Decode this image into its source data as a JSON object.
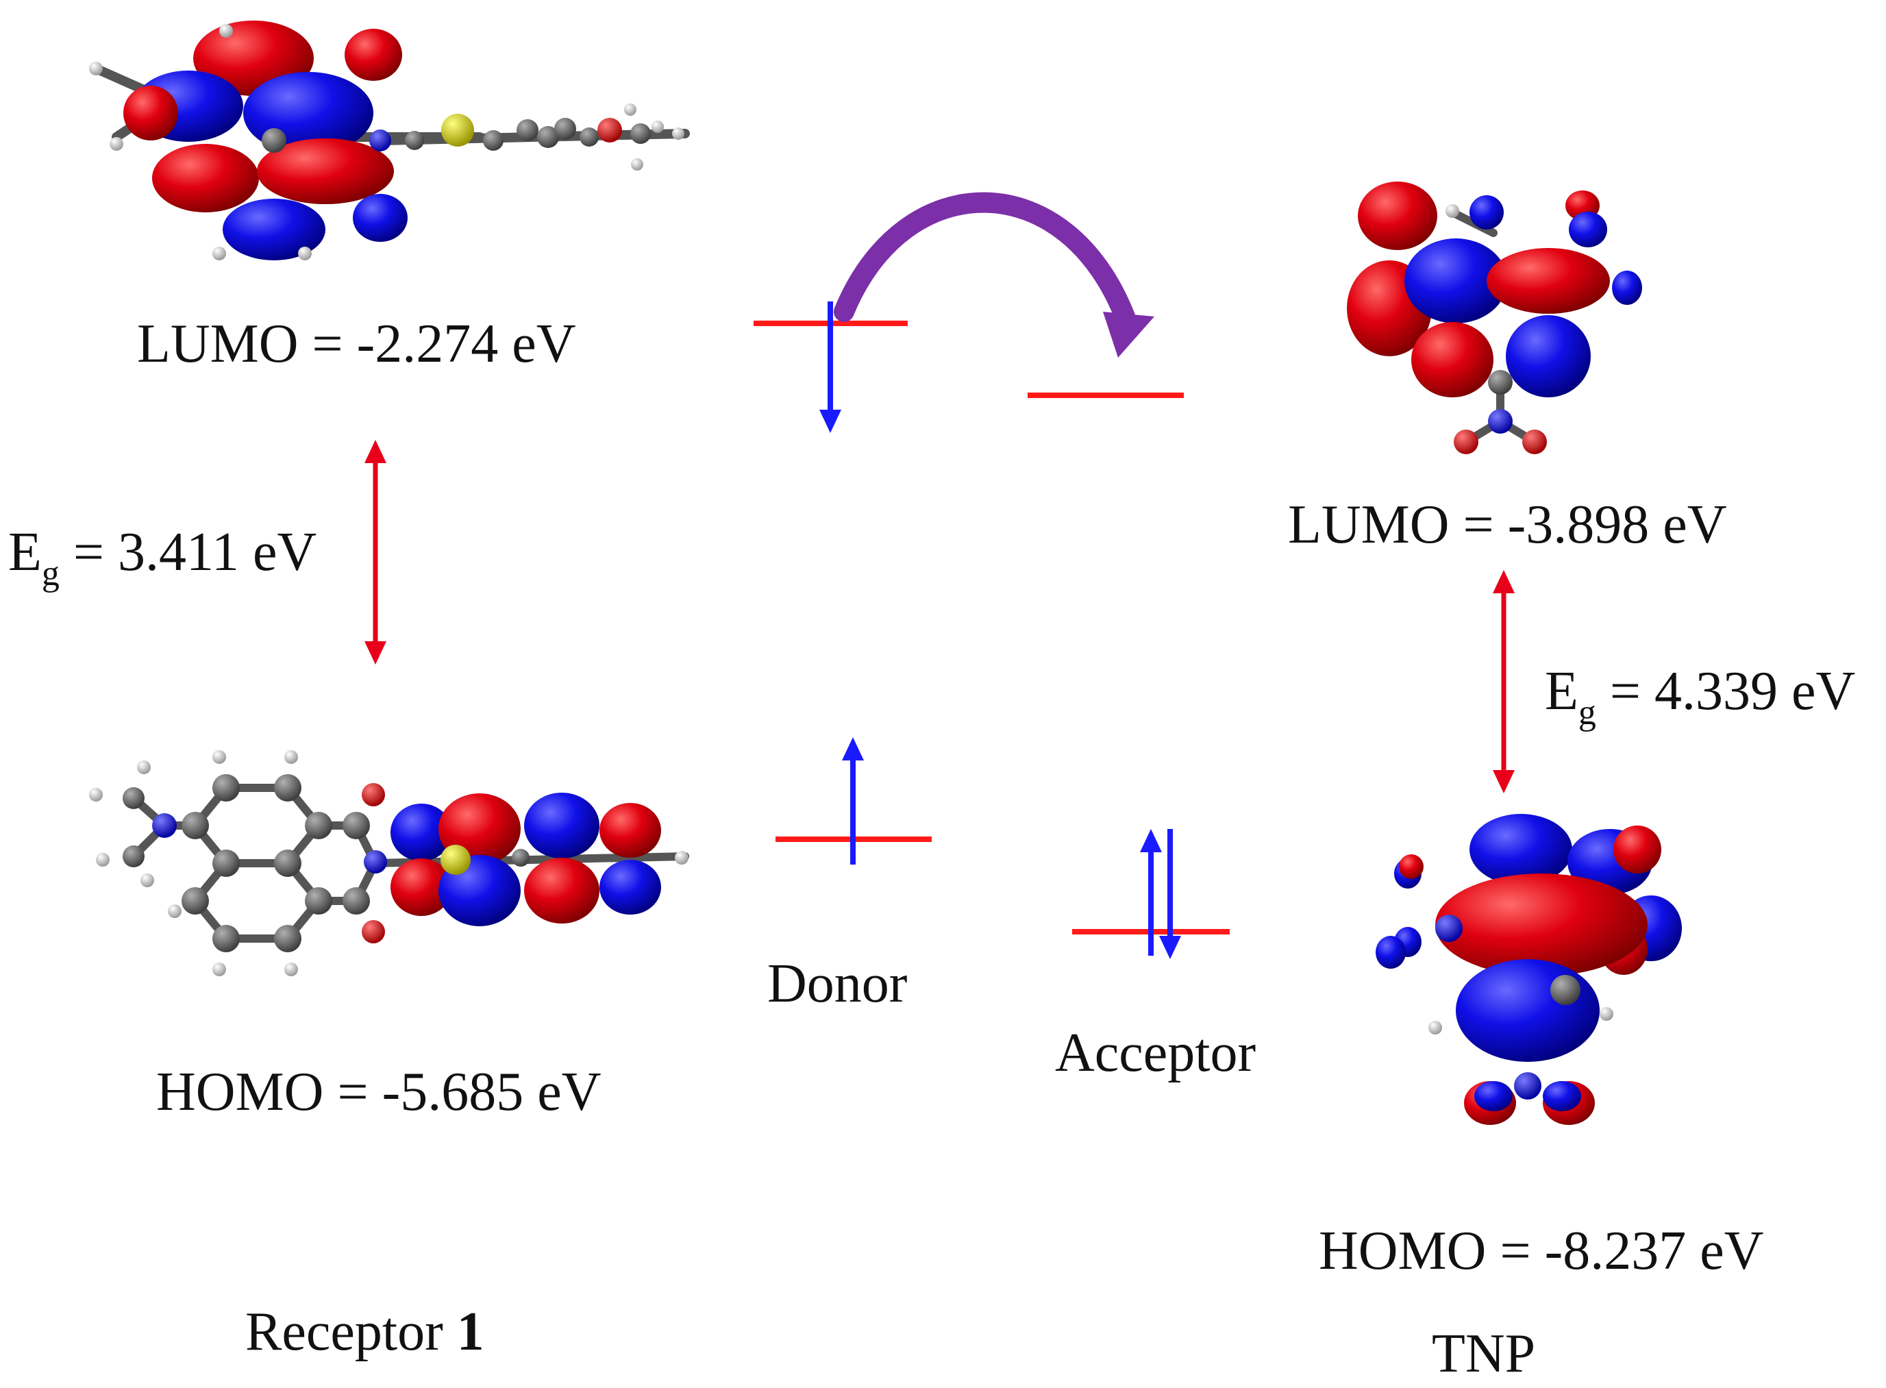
{
  "receptor": {
    "name_prefix": "Receptor ",
    "name_bold": "1",
    "lumo_label": "LUMO = -2.274 eV",
    "homo_label": "HOMO = -5.685 eV",
    "gap_symbol": "E",
    "gap_subscript": "g",
    "gap_value": " = 3.411 eV"
  },
  "tnp": {
    "name": "TNP",
    "lumo_label": "LUMO = -3.898 eV",
    "homo_label": "HOMO = -8.237 eV",
    "gap_symbol": "E",
    "gap_subscript": "g",
    "gap_value": " = 4.339 eV"
  },
  "center": {
    "donor_label": "Donor",
    "acceptor_label": "Acceptor"
  },
  "colors": {
    "orbital_positive": "#e0000f",
    "orbital_negative": "#1010e8",
    "level_line": "#ff1a1a",
    "electron_arrow": "#1a1aff",
    "gap_arrow": "#e8001a",
    "transfer_arrow": "#7b2fa8",
    "carbon": "#6b6b6b",
    "hydrogen": "#d8d8d8",
    "sulfur": "#d7d200"
  }
}
